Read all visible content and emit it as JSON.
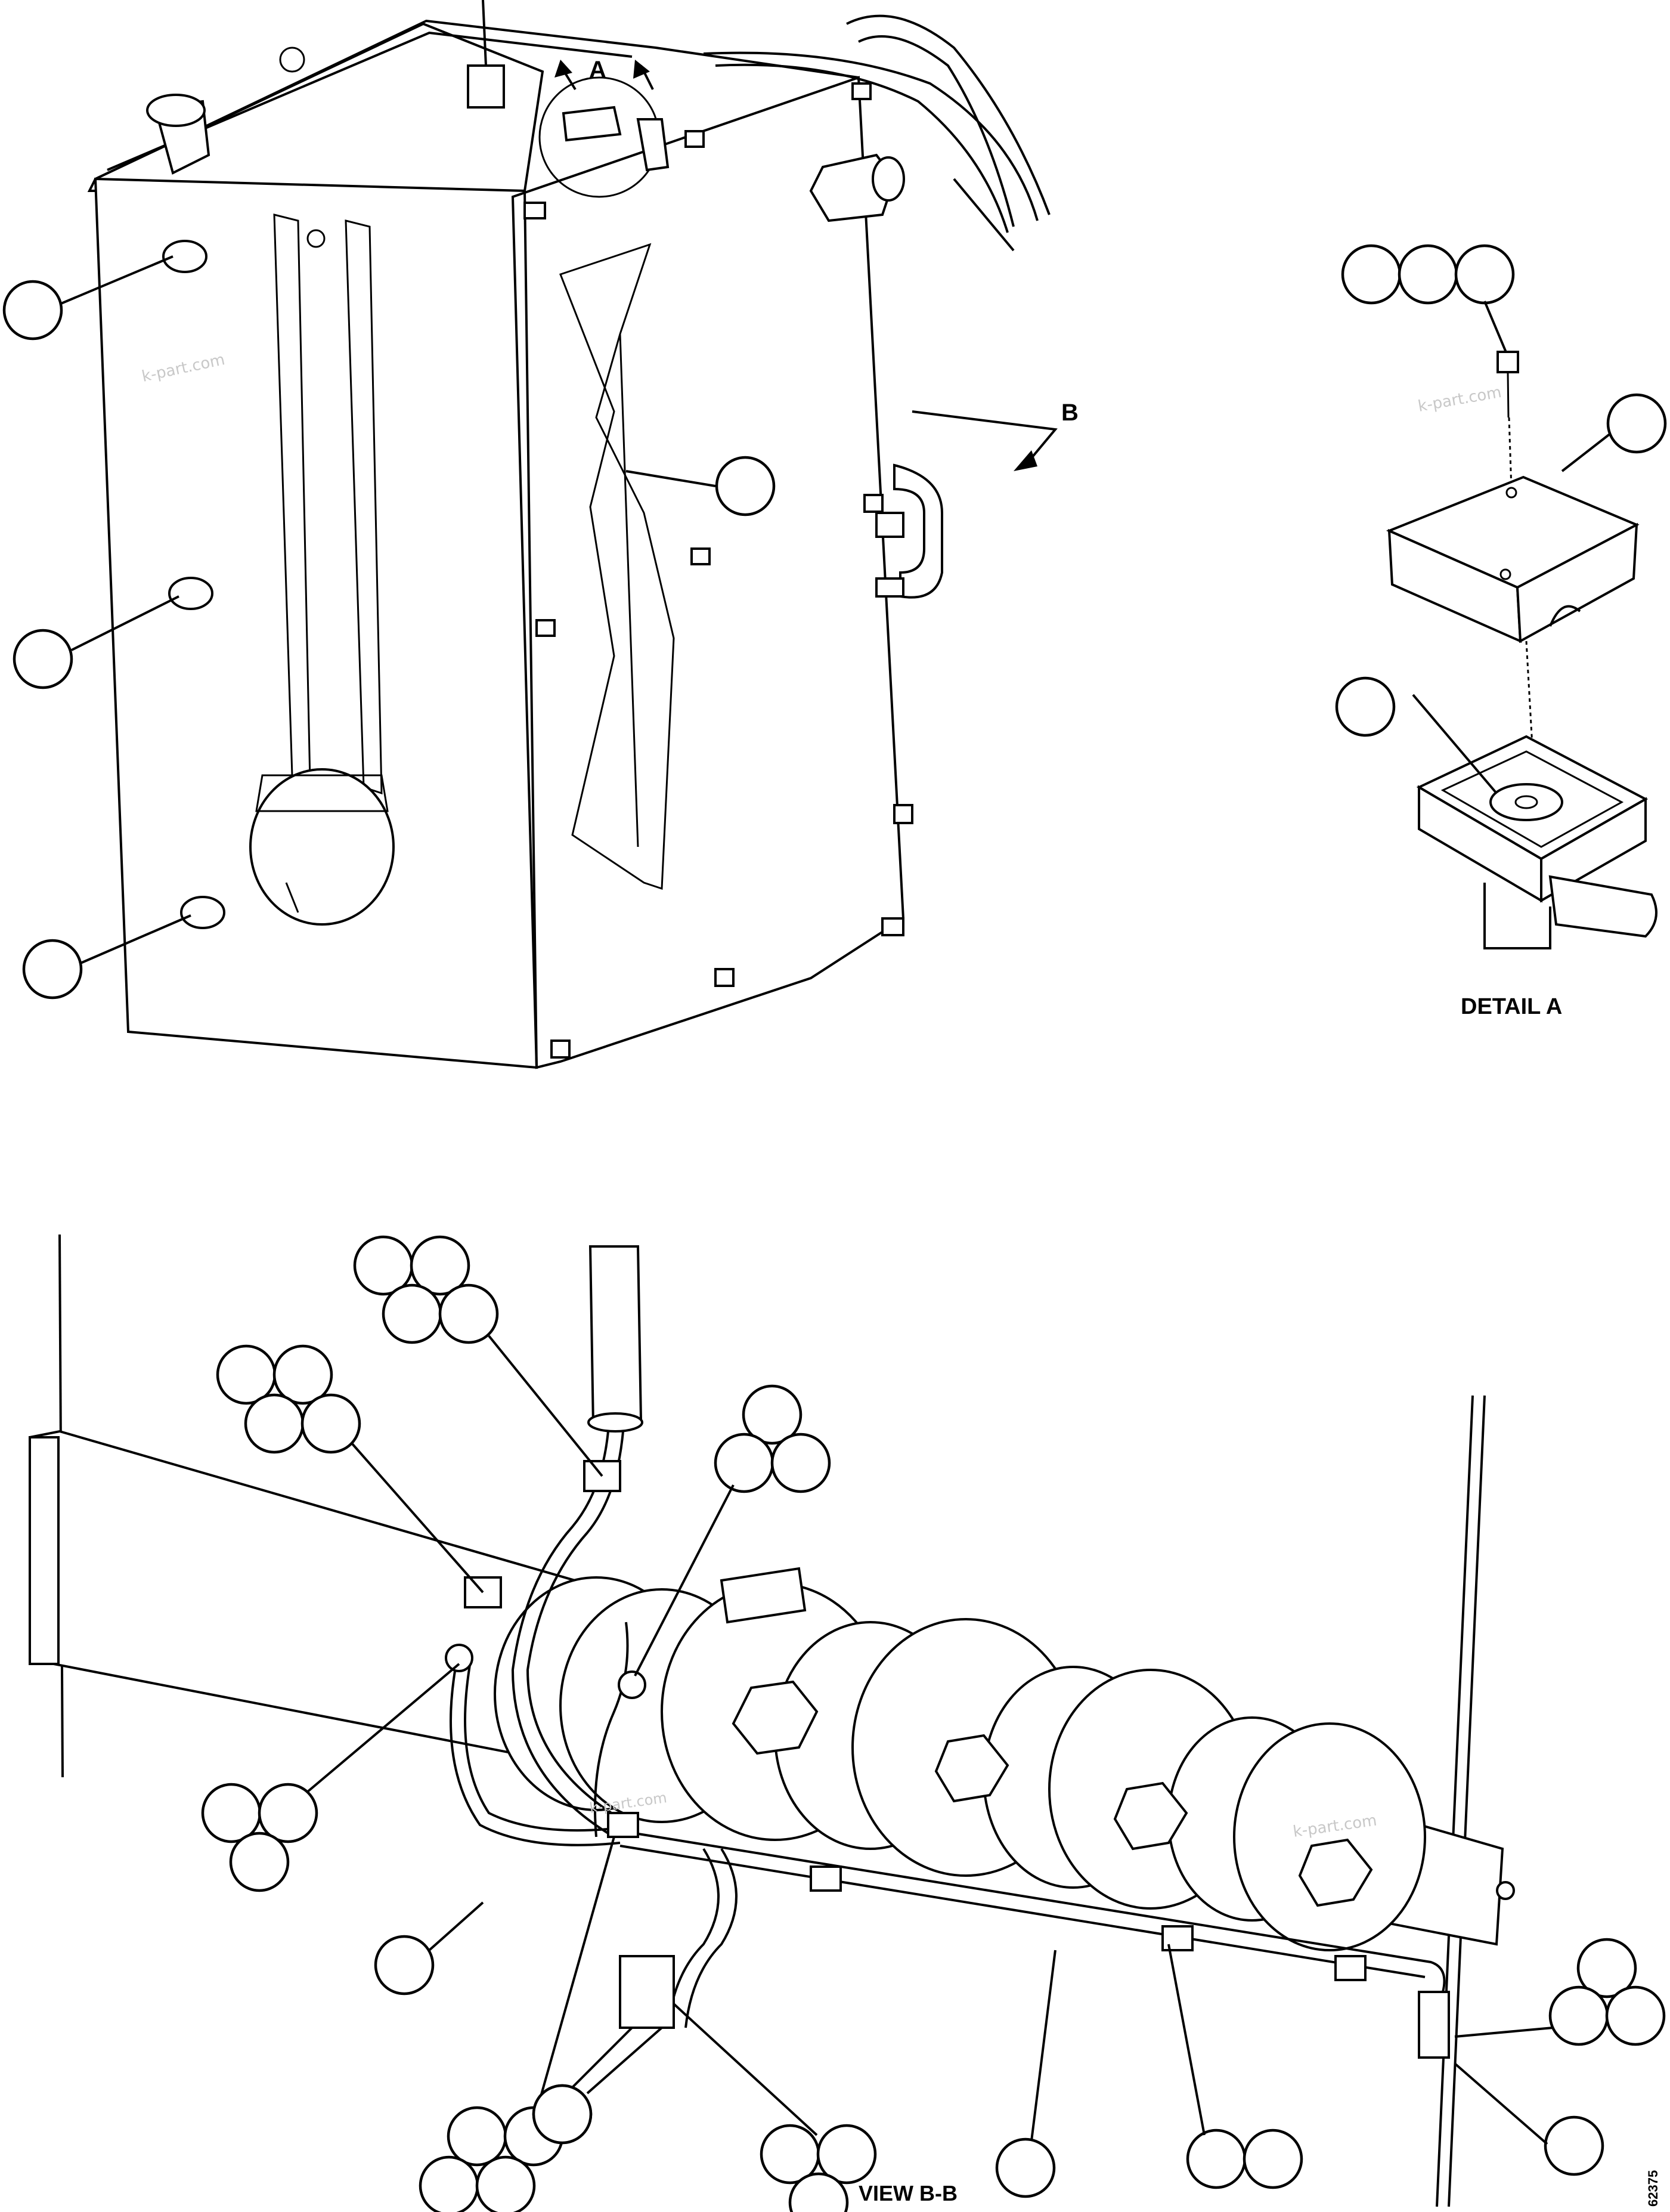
{
  "labels": {
    "view_arrow_a": "A",
    "view_arrow_b": "B",
    "detail_a_caption": "DETAIL A",
    "view_bb_caption": "VIEW B-B",
    "drawing_number": "62375"
  },
  "watermark": "k-part.com",
  "callout_bubbles_note": "Callout balloons are empty in the original illustration"
}
